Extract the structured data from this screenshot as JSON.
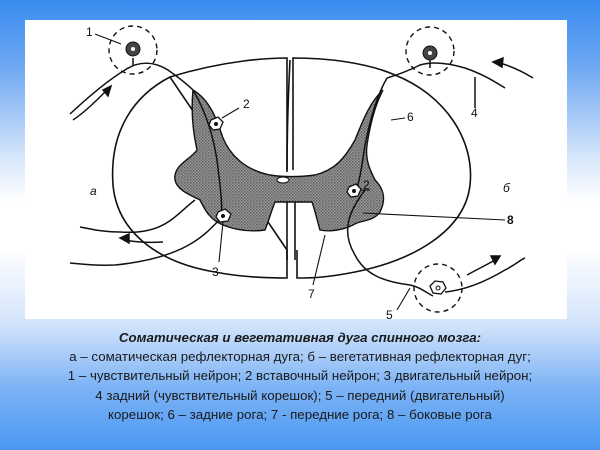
{
  "diagram": {
    "title": "Somatic and autonomic reflex arc of the spinal cord",
    "labels": {
      "n1": "1",
      "n2_left": "2",
      "n2_right": "2",
      "n3": "3",
      "n4": "4",
      "n5": "5",
      "n6": "6",
      "n7": "7",
      "n8": "8",
      "side_a": "а",
      "side_b": "б"
    },
    "colors": {
      "gray_matter": "#8a8a8a",
      "line": "#111111",
      "panel": "#ffffff",
      "bg_blue": "#3a8cf0"
    }
  },
  "caption": {
    "title": "Соматическая и вегетативная дуга спинного мозга:",
    "lines": [
      "а – соматическая рефлекторная дуга; б – вегетативная рефлекторная дуг;",
      "1 – чувствительный нейрон; 2 вставочный нейрон; 3 двигательный нейрон;",
      "4 задний (чувствительный корешок); 5 – передний  (двигательный)",
      "корешок; 6 – задние рога; 7 - передние рога; 8 – боковые рога"
    ]
  }
}
